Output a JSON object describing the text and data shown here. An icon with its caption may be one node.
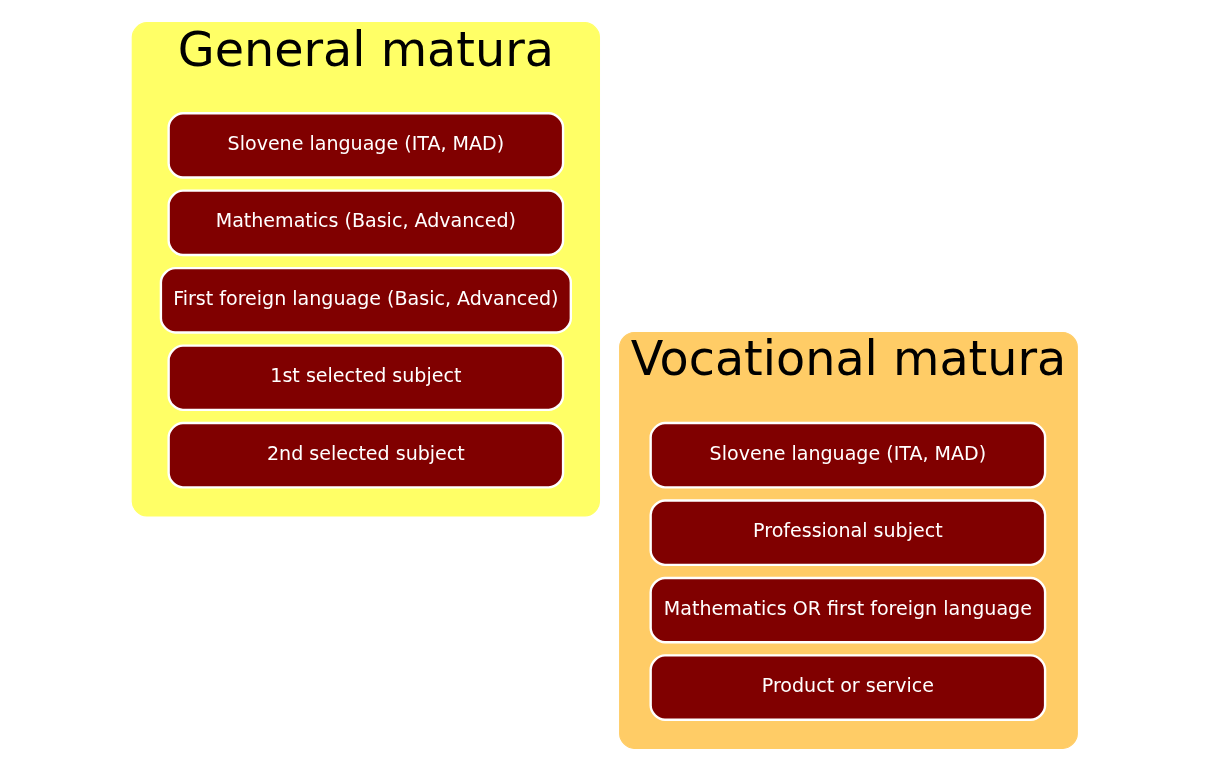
{
  "diagram": {
    "nodes": [
      {
        "text": [
          "General matura"
        ]
      },
      {
        "text": [
          "Slovene language (ITA, MAD)"
        ],
        "in": 0
      },
      {
        "text": [
          "Mathematics (Basic, Advanced)"
        ],
        "in": 0
      },
      {
        "text": [
          "First foreign language (Basic, Advanced)"
        ],
        "in": 0
      },
      {
        "text": [
          "1st selected subject"
        ],
        "in": 0
      },
      {
        "text": [
          "2nd selected subject"
        ],
        "in": 0
      },
      {
        "text": [
          "Vocational matura"
        ]
      },
      {
        "text": [
          "Slovene language (ITA, MAD)"
        ],
        "in": 6
      },
      {
        "text": [
          "Professional subject"
        ],
        "in": 6
      },
      {
        "text": [
          "Mathematics OR first foreign language"
        ],
        "in": 6
      },
      {
        "text": [
          "Product or service"
        ],
        "in": 6
      }
    ]
  }
}
